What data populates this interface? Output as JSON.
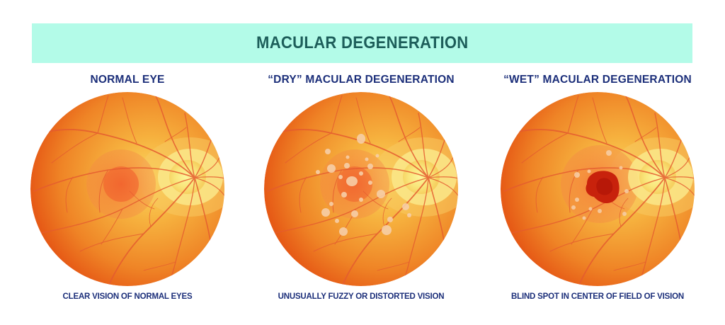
{
  "header": {
    "title": "MACULAR DEGENERATION",
    "background_color": "#b3fbe8",
    "text_color": "#1d5e5a"
  },
  "panels": [
    {
      "title": "NORMAL EYE",
      "caption": "CLEAR VISION OF NORMAL EYES",
      "illustration": "retina-fundus-normal"
    },
    {
      "title": "“DRY” MACULAR DEGENERATION",
      "caption": "UNUSUALLY FUZZY OR DISTORTED VISION",
      "illustration": "retina-fundus-dry-drusen"
    },
    {
      "title": "“WET” MACULAR DEGENERATION",
      "caption": "BLIND SPOT IN CENTER OF FIELD OF VISION",
      "illustration": "retina-fundus-wet-hemorrhage"
    }
  ],
  "colors": {
    "label_text": "#1c2f7a",
    "retina_outer": "#e8601a",
    "retina_inner": "#f6b540",
    "optic_disc": "#fbf08a",
    "vessel": "#e0552e",
    "drusen": "#f7c9a0",
    "hemorrhage": "#c41a08"
  }
}
